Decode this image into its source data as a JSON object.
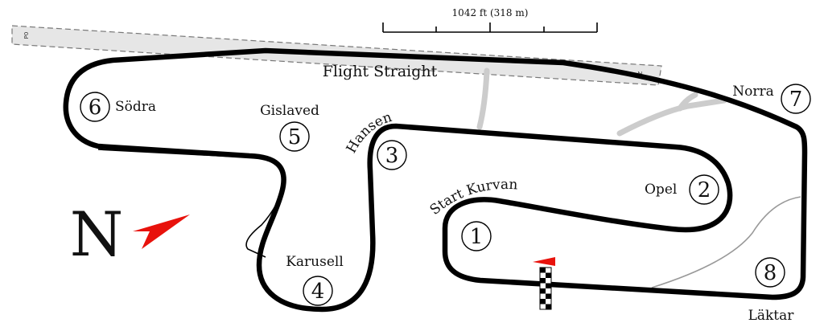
{
  "scale": {
    "label": "1042 ft (318 m)"
  },
  "runway": {
    "end_left": "P0",
    "end_right": "22"
  },
  "straight": {
    "name": "Flight Straight"
  },
  "corners": [
    {
      "num": "1",
      "name": "Start Kurvan"
    },
    {
      "num": "2",
      "name": "Opel"
    },
    {
      "num": "3",
      "name": "Hansen"
    },
    {
      "num": "4",
      "name": "Karusell"
    },
    {
      "num": "5",
      "name": "Gislaved"
    },
    {
      "num": "6",
      "name": "Södra"
    },
    {
      "num": "7",
      "name": "Norra"
    },
    {
      "num": "8",
      "name": "Läktar"
    }
  ],
  "north": {
    "letter": "N",
    "color": "#e8120c"
  },
  "colors": {
    "track": "#000000",
    "runway_fill": "#e6e6e6",
    "service_road": "#cccccc",
    "flag": "#e8120c"
  }
}
